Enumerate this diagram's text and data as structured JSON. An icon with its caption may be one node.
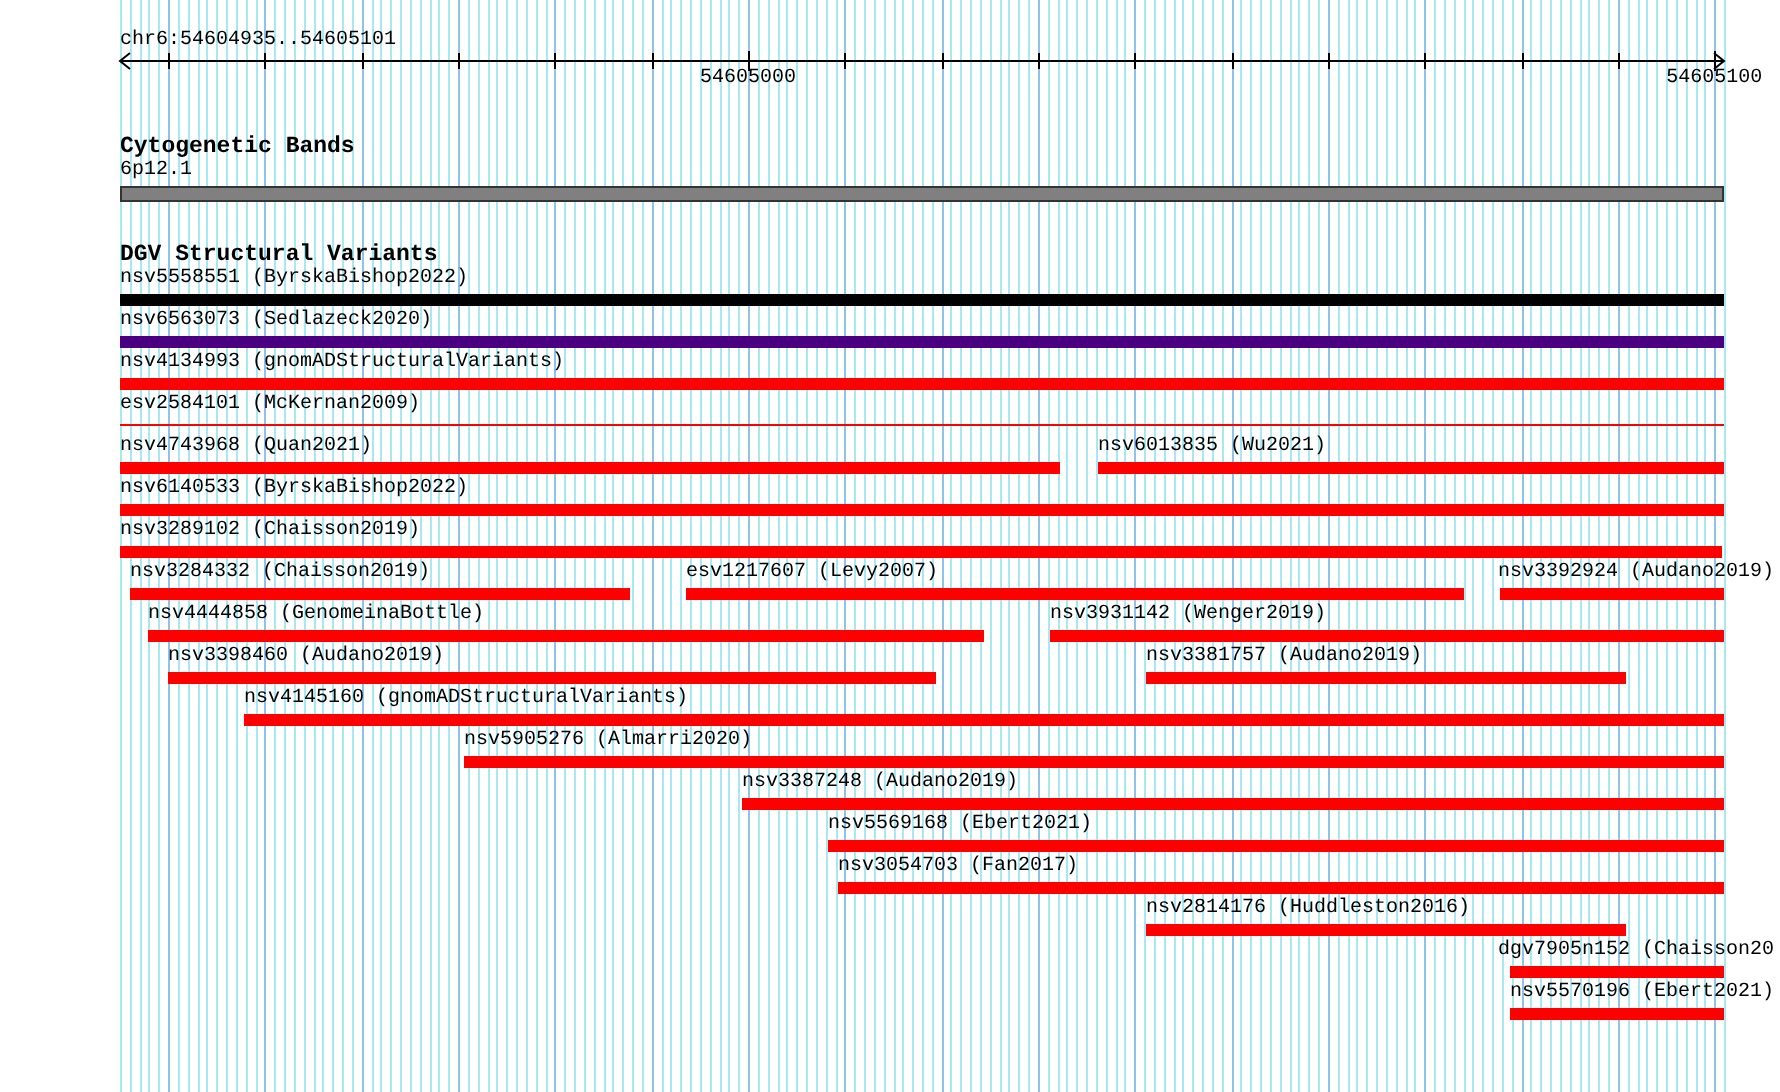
{
  "diagram": {
    "nodes": [
      {
        "text": [
          "6p12.1"
        ]
      },
      {
        "text": [
          "nsv5558551 (ByrskaBishop2022)"
        ]
      },
      {
        "text": [
          "nsv6563073 (Sedlazeck2020)"
        ]
      },
      {
        "text": [
          "nsv4134993 (gnomADStructuralVariants)"
        ]
      },
      {
        "text": [
          "esv2584101 (McKernan2009)"
        ]
      },
      {
        "text": [
          "nsv4743968 (Quan2021)"
        ]
      },
      {
        "text": [
          "nsv6013835 (Wu2021)"
        ]
      },
      {
        "text": [
          "nsv6140533 (ByrskaBishop2022)"
        ]
      },
      {
        "text": [
          "nsv3289102 (Chaisson2019)"
        ]
      },
      {
        "text": [
          "nsv3284332 (Chaisson2019)"
        ]
      },
      {
        "text": [
          "esv1217607 (Levy2007)"
        ]
      },
      {
        "text": [
          "nsv3392924 (Audano2019)"
        ]
      },
      {
        "text": [
          "nsv4444858 (GenomeinaBottle)"
        ]
      },
      {
        "text": [
          "nsv3931142 (Wenger2019)"
        ]
      },
      {
        "text": [
          "nsv3398460 (Audano2019)"
        ]
      },
      {
        "text": [
          "nsv3381757 (Audano2019)"
        ]
      },
      {
        "text": [
          "nsv4145160 (gnomADStructuralVariants)"
        ]
      },
      {
        "text": [
          "nsv5905276 (Almarri2020)"
        ]
      },
      {
        "text": [
          "nsv3387248 (Audano2019)"
        ]
      },
      {
        "text": [
          "nsv5569168 (Ebert2021)"
        ]
      },
      {
        "text": [
          "nsv3054703 (Fan2017)"
        ]
      },
      {
        "text": [
          "nsv2814176 (Huddleston2016)"
        ]
      },
      {
        "text": [
          "dgv7905n152 (Chaisson20"
        ]
      },
      {
        "text": [
          "nsv5570196 (Ebert2021)"
        ]
      }
    ],
    "labels": [
      "chr6:54604935..54605101",
      "54605000",
      "54605100",
      "Cytogenetic Bands",
      "DGV Structural Variants"
    ]
  }
}
